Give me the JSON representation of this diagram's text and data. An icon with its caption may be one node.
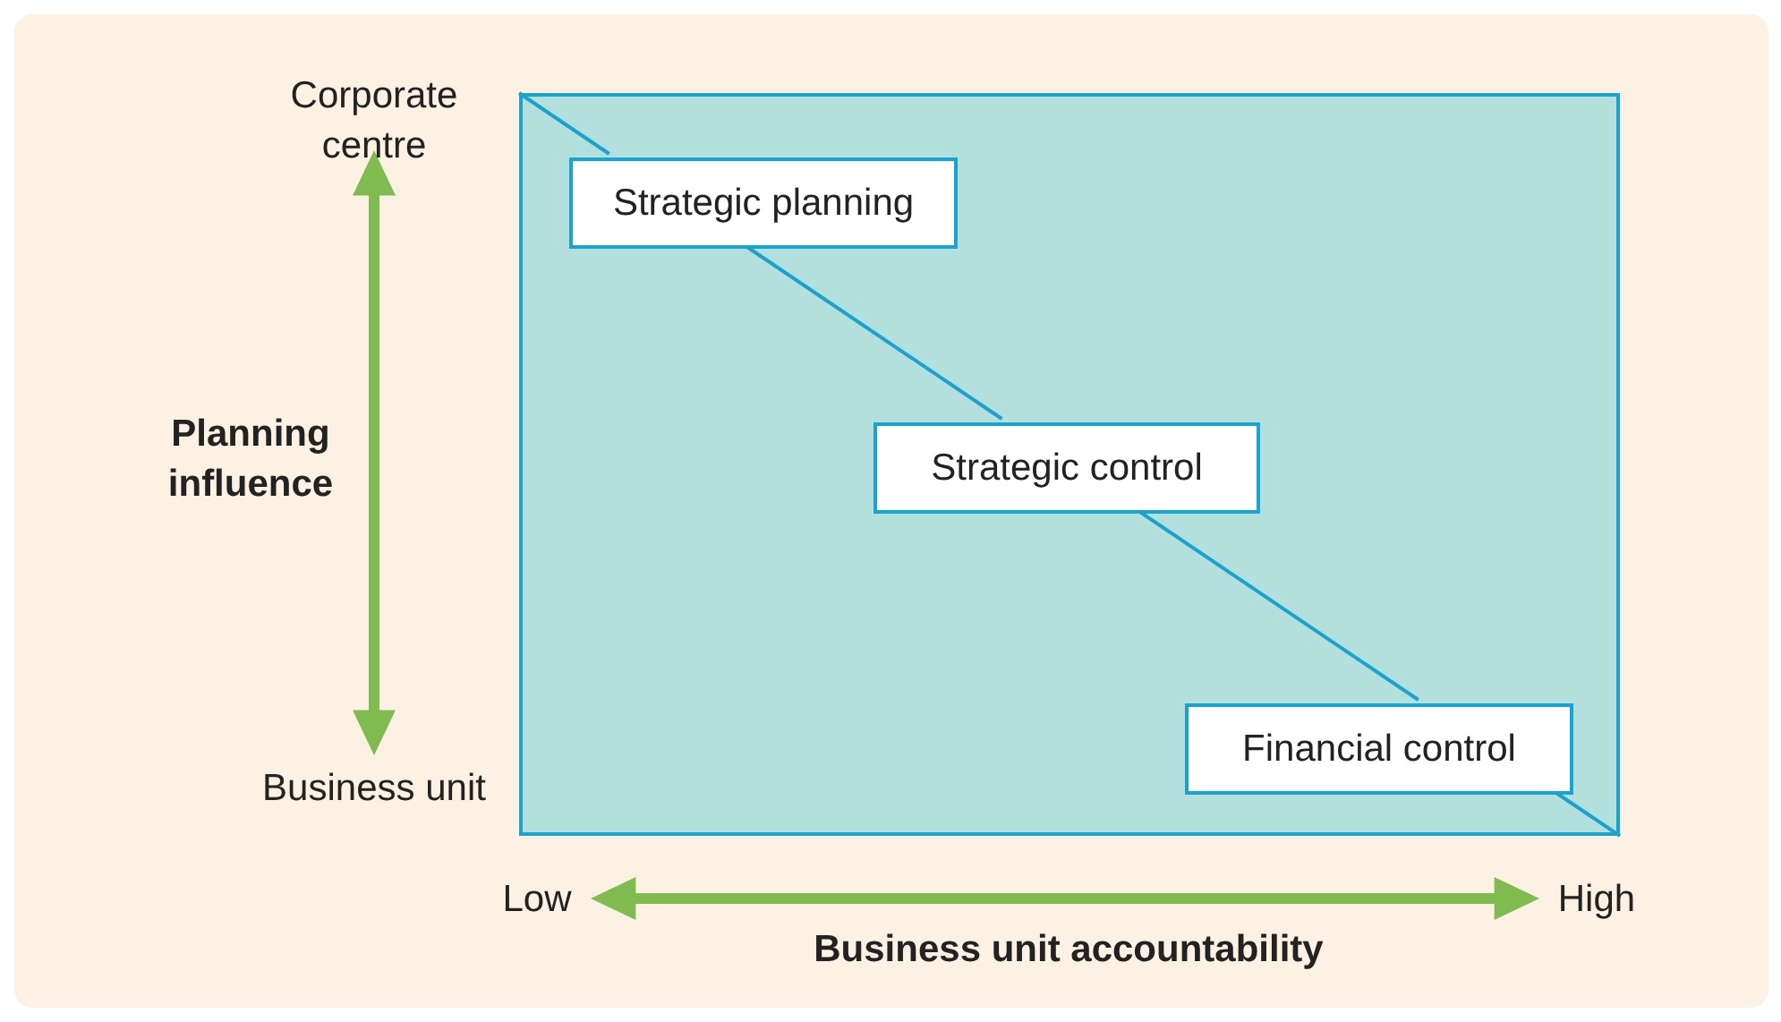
{
  "diagram": {
    "nodes": [
      {
        "text": [],
        "shape": "box"
      },
      {
        "text": [
          "Strategic planning"
        ],
        "in": 0
      },
      {
        "text": [
          "Strategic control"
        ],
        "in": 0
      },
      {
        "text": [
          "Financial control"
        ],
        "in": 0
      }
    ],
    "edges": [
      {
        "from": null,
        "to": 1,
        "arrow": "none"
      },
      {
        "from": 1,
        "to": 2,
        "arrow": "none"
      },
      {
        "from": 2,
        "to": 3,
        "arrow": "none"
      },
      {
        "from": 3,
        "to": null,
        "arrow": "none"
      }
    ],
    "labels": [
      "Corporate centre",
      "Planning influence",
      "Business unit",
      "Low",
      "High",
      "Business unit accountability"
    ]
  }
}
